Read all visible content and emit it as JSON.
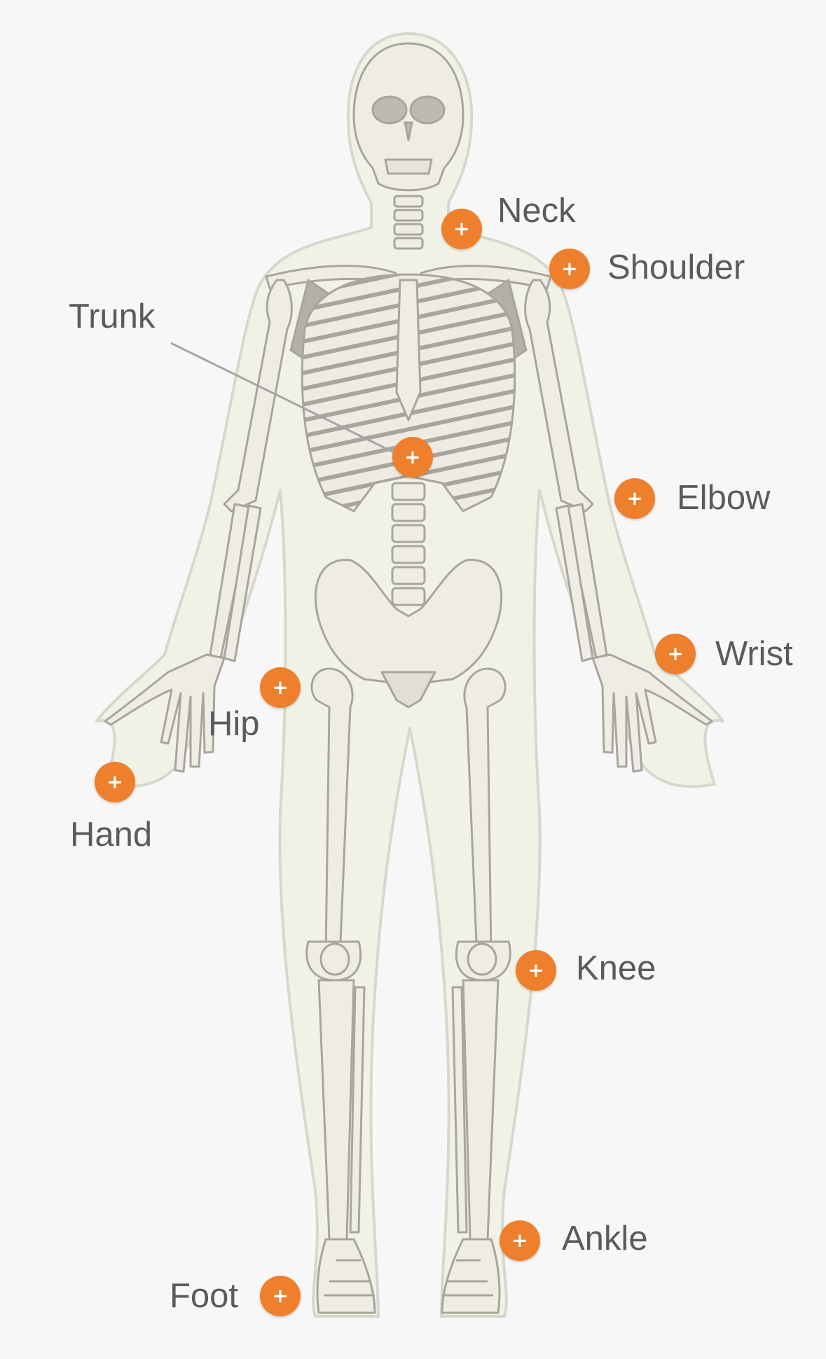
{
  "colors": {
    "accent": "#ee7f2d",
    "label_text": "#5b5b5b",
    "background": "#f7f7f7",
    "body_fill": "#f1f2e6",
    "bone_fill": "#efece6",
    "bone_stroke": "#a9a59c"
  },
  "hotspot_icon": "plus-icon",
  "hotspot_symbol": "+",
  "body_parts": [
    {
      "id": "neck",
      "label": "Neck"
    },
    {
      "id": "shoulder",
      "label": "Shoulder"
    },
    {
      "id": "trunk",
      "label": "Trunk"
    },
    {
      "id": "elbow",
      "label": "Elbow"
    },
    {
      "id": "wrist",
      "label": "Wrist"
    },
    {
      "id": "hip",
      "label": "Hip"
    },
    {
      "id": "hand",
      "label": "Hand"
    },
    {
      "id": "knee",
      "label": "Knee"
    },
    {
      "id": "ankle",
      "label": "Ankle"
    },
    {
      "id": "foot",
      "label": "Foot"
    }
  ]
}
